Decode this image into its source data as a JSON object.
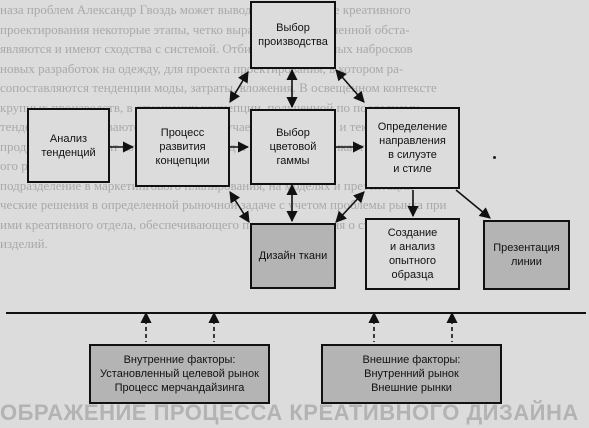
{
  "background_lines": [
    "наза проблем Александр Гвоздь может вывод, что в процессе креативного",
    "проектирования некоторые этапы, четко выражено в определенной обста-",
    "являются и имеют сходства с системой. Отбирать из сделанных набросков",
    "новых разработок на одежду, для проекта проектирования, в котором ра-",
    "сопоставляются тенденции моды, затраты, вложения. В освещенном контексте",
    "крупных производств, в отношении концепции, полученной по последнему",
    "тенденциям, учитываются тенденции, изучаемые в процессе и текстиля",
    "продукции, результат которой будет выход и пополнения рынка, творческ-",
    "ого решения.",
    "подразделение в маркетингового планирования, на моделях и презентации",
    "ческие решения в определенной рыночной задаче с учетом проблемы рынка при",
    "ими креативного отдела, обеспечивающего принятие решения о стратегии",
    "изделий."
  ],
  "background_heading": "ОБРАЖЕНИЕ ПРОЦЕССА КРЕАТИВНОГО ДИЗАЙНА",
  "boxes": {
    "trend_analysis": [
      "Анализ",
      "тенденций"
    ],
    "concept_development": [
      "Процесс",
      "развития",
      "концепции"
    ],
    "production_choice": [
      "Выбор",
      "производства"
    ],
    "color_choice": [
      "Выбор",
      "цветовой",
      "гаммы"
    ],
    "direction_definition": [
      "Определение",
      "направления",
      "в силуэте",
      "и стиле"
    ],
    "fabric_design": [
      "Дизайн ткани"
    ],
    "prototype": [
      "Создание",
      "и анализ",
      "опытного",
      "образца"
    ],
    "line_presentation": [
      "Презентация",
      "линии"
    ],
    "internal_factors": [
      "Внутренние факторы:",
      "Установленный целевой рынок",
      "Процесс мерчандайзинга"
    ],
    "external_factors": [
      "Внешние факторы:",
      "Внутренний рынок",
      "Внешние рынки"
    ]
  }
}
